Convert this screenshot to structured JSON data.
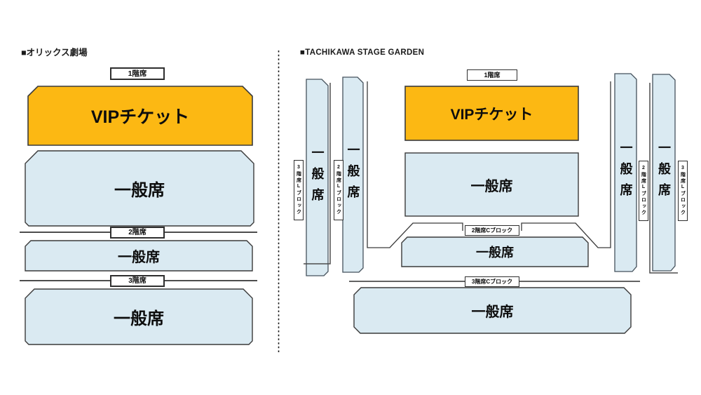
{
  "colors": {
    "vip_fill": "#FCB813",
    "general_fill": "#DAEAF2",
    "outline": "#3A3A3A"
  },
  "venues": {
    "left": {
      "title": "■オリックス劇場",
      "floor1_label": "1階席",
      "floor2_label": "2階席",
      "floor3_label": "3階席",
      "vip_label": "VIPチケット",
      "general_label": "一般席"
    },
    "right": {
      "title": "■TACHIKAWA STAGE GARDEN",
      "floor1_label": "1階席",
      "block_2f_center": "2階席Cブロック",
      "block_3f_center": "3階席Cブロック",
      "block_2f_side": "2階席Lブロック",
      "block_3f_side": "3階席Lブロック",
      "vip_label": "VIPチケット",
      "general_label": "一般席"
    }
  }
}
